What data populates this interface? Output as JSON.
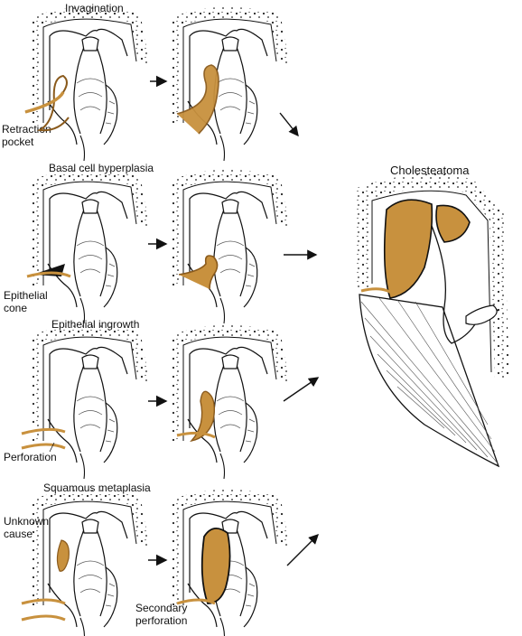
{
  "colors": {
    "ink": "#111111",
    "tan": "#c8913e",
    "tan_dark": "#8a5a1c",
    "bone": "#444444"
  },
  "rows": [
    {
      "title": "Invagination",
      "annotation": "Retraction\npocket"
    },
    {
      "title": "Basal cell hyperplasia",
      "annotation": "Epithelial\ncone"
    },
    {
      "title": "Epithelial ingrowth",
      "annotation": "Perforation"
    },
    {
      "title": "Squamous metaplasia",
      "annotation": "Unknown\ncause",
      "annotation2": "Secondary\nperforation"
    }
  ],
  "result": {
    "title": "Cholesteatoma"
  }
}
